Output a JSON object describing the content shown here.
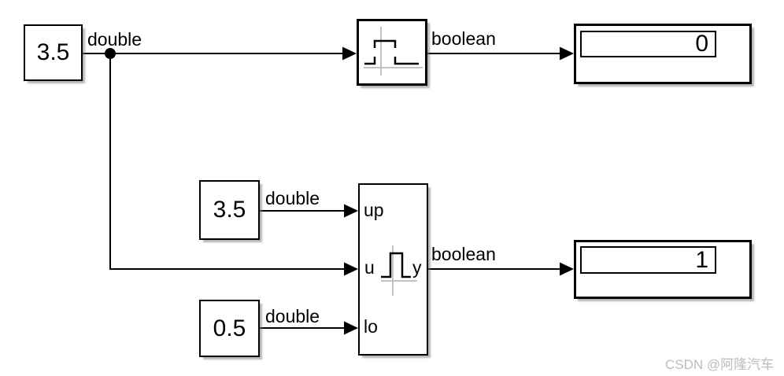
{
  "blocks": {
    "constant_top": {
      "value": "3.5"
    },
    "constant_up": {
      "value": "3.5"
    },
    "constant_lo": {
      "value": "0.5"
    },
    "display_top": {
      "value": "0"
    },
    "display_bottom": {
      "value": "1"
    },
    "dynamic_relay": {
      "port_up": "up",
      "port_u": "u",
      "port_lo": "lo",
      "port_y": "y"
    }
  },
  "signal_labels": {
    "source_type": "double",
    "upper_limit_type": "double",
    "lower_limit_type": "double",
    "relay_output_type": "boolean",
    "dynamic_relay_output_type": "boolean"
  },
  "watermark": "CSDN @阿隆汽车",
  "colors": {
    "wire": "#000000",
    "axis_gray": "#b0b0b0",
    "background": "#ffffff",
    "watermark": "#bcbcbc"
  }
}
